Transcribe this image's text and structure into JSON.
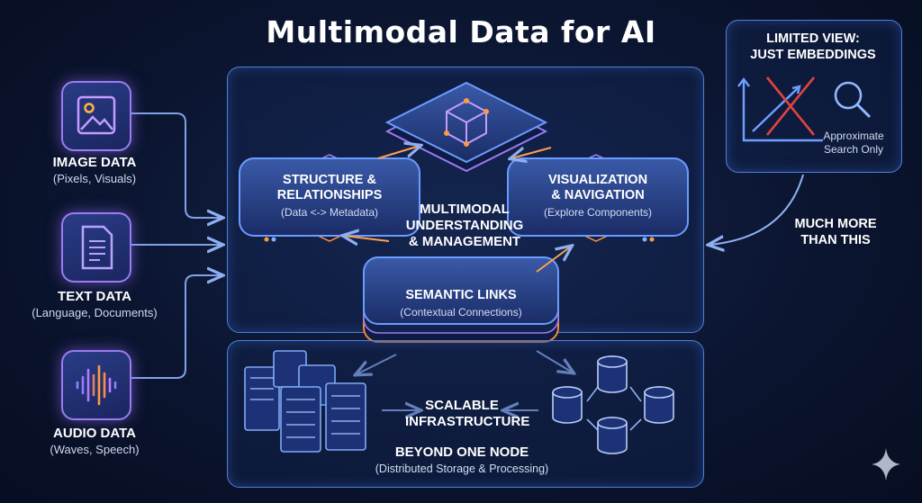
{
  "title": "Multimodal Data for AI",
  "sources": [
    {
      "label": "IMAGE DATA",
      "sub": "(Pixels, Visuals)",
      "icon": "image-icon"
    },
    {
      "label": "TEXT DATA",
      "sub": "(Language, Documents)",
      "icon": "document-icon"
    },
    {
      "label": "AUDIO DATA",
      "sub": "(Waves, Speech)",
      "icon": "audio-wave-icon"
    }
  ],
  "core": {
    "center": [
      "MULTIMODAL",
      "UNDERSTANDING",
      "& MANAGEMENT"
    ],
    "left_tile": {
      "title": [
        "STRUCTURE &",
        "RELATIONSHIPS"
      ],
      "sub": "(Data <-> Metadata)"
    },
    "right_tile": {
      "title": [
        "VISUALIZATION",
        "& NAVIGATION"
      ],
      "sub": "(Explore Components)"
    },
    "bottom_tile": {
      "title": "SEMANTIC LINKS",
      "sub": "(Contextual Connections)"
    },
    "top_tile_icon": "cube-network-icon"
  },
  "infrastructure": {
    "label": [
      "SCALABLE",
      "INFRASTRUCTURE"
    ],
    "title": "BEYOND ONE NODE",
    "sub": "(Distributed Storage & Processing)",
    "left_icon": "server-rack-icon",
    "right_icon": "database-cluster-icon"
  },
  "limited_view": {
    "title": [
      "LIMITED VIEW:",
      "JUST EMBEDDINGS"
    ],
    "note": [
      "Approximate",
      "Search Only"
    ],
    "icon": "crossed-chart-search-icon"
  },
  "more_label": [
    "MUCH MORE",
    "THAN THIS"
  ],
  "colors": {
    "background": "#0b1530",
    "panel_border": "#4f7fd9",
    "accent_purple": "#9a7cf0",
    "accent_orange": "#f08a3c",
    "cross_red": "#e0453f"
  }
}
